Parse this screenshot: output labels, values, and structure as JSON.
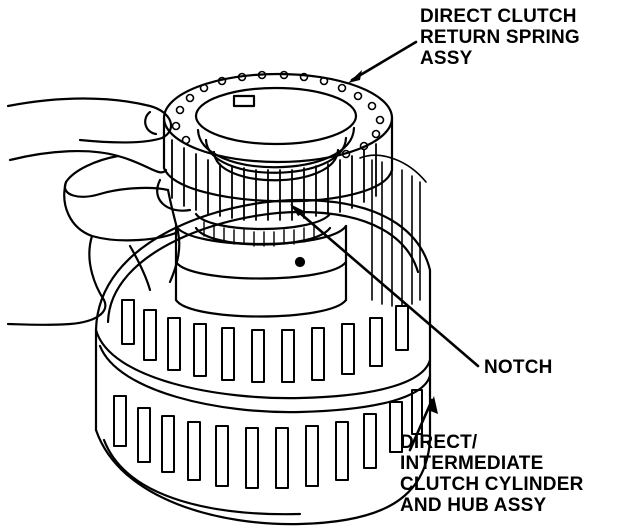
{
  "figure": {
    "callouts": {
      "return_spring": [
        "DIRECT CLUTCH",
        "RETURN SPRING",
        "ASSY"
      ],
      "notch": [
        "NOTCH"
      ],
      "cylinder_hub": [
        "DIRECT/",
        "INTERMEDIATE",
        "CLUTCH CYLINDER",
        "AND HUB ASSY"
      ]
    },
    "colors": {
      "ink": "#000000",
      "paper": "#ffffff"
    }
  }
}
